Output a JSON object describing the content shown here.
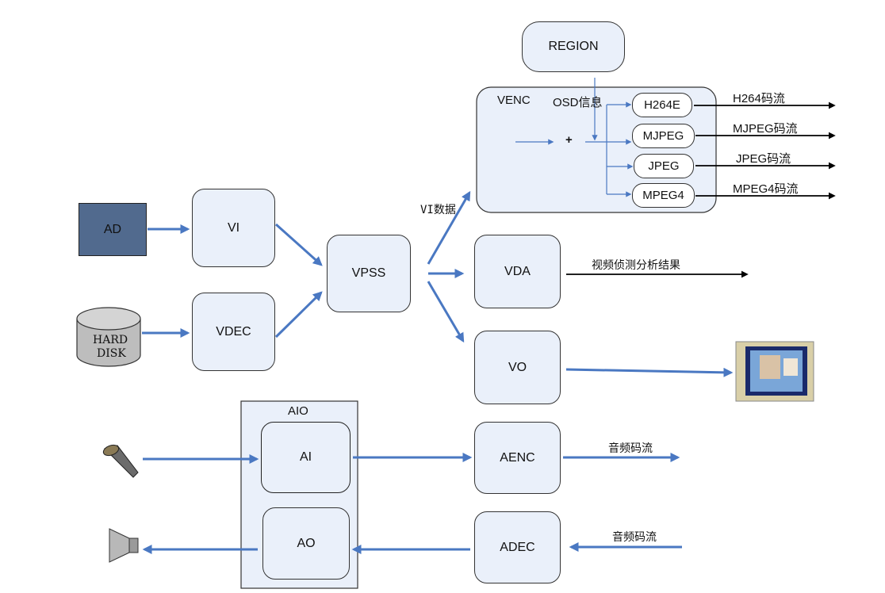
{
  "colors": {
    "block_fill": "#eaf0fa",
    "arrow_blue": "#4a78c2",
    "ad_fill": "#516a8e",
    "disk_fill": "#bdbdbd"
  },
  "blocks": {
    "ad": "AD",
    "vi": "VI",
    "vdec": "VDEC",
    "vpss": "VPSS",
    "region": "REGION",
    "venc": "VENC",
    "vda": "VDA",
    "vo": "VO",
    "aio": "AIO",
    "ai": "AI",
    "ao": "AO",
    "aenc": "AENC",
    "adec": "ADEC"
  },
  "hard_disk": {
    "line1": "HARD",
    "line2": "DISK"
  },
  "venc_internal": {
    "osd_label": "OSD信息",
    "plus": "+",
    "encoders": [
      "H264E",
      "MJPEG",
      "JPEG",
      "MPEG4"
    ]
  },
  "stream_labels": [
    "H264码流",
    "MJPEG码流",
    "JPEG码流",
    "MPEG4码流"
  ],
  "labels": {
    "vi_data": "VI数据",
    "vda_result": "视频侦测分析结果",
    "aenc_out": "音频码流",
    "adec_in": "音频码流"
  },
  "icons": {
    "microphone": "microphone-icon",
    "speaker": "speaker-icon",
    "monitor": "monitor-icon",
    "disk": "hard-disk-icon"
  }
}
